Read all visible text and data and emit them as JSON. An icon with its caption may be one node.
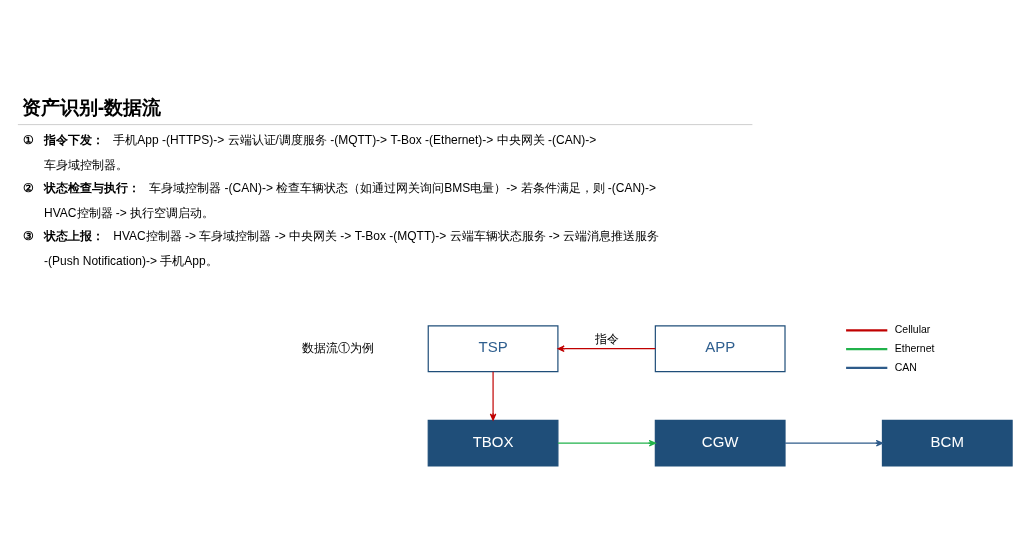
{
  "diagram": {
    "title": "资产识别-数据流",
    "nodes": [
      {
        "text": [
          "TSP"
        ]
      },
      {
        "text": [
          "APP"
        ]
      },
      {
        "text": [
          "TBOX"
        ]
      },
      {
        "text": [
          "CGW"
        ]
      },
      {
        "text": [
          "BCM"
        ]
      }
    ],
    "edges": [
      {
        "from": 1,
        "to": 0,
        "arrow": "to",
        "label": "指令",
        "color": "#c00000"
      },
      {
        "from": 0,
        "to": 2,
        "arrow": "to",
        "color": "#c00000"
      },
      {
        "from": 2,
        "to": 3,
        "arrow": "to",
        "color": "#21b24b"
      },
      {
        "from": 3,
        "to": 4,
        "arrow": "to",
        "color": "#2e5b8a"
      }
    ],
    "labels": [
      "①",
      "指令下发：",
      "手机App -(HTTPS)-> 云端认证/调度服务 -(MQTT)-> T-Box -(Ethernet)-> 中央网关 -(CAN)-> 车身域控制器。",
      "②",
      "状态检查与执行：",
      "车身域控制器 -(CAN)-> 检查车辆状态（如通过网关询问BMS电量）-> 若条件满足，则 -(CAN)-> HVAC控制器 -> 执行空调启动。",
      "③",
      "状态上报：",
      "HVAC控制器 -> 车身域控制器 -> 中央网关 -> T-Box -(MQTT)-> 云端车辆状态服务 -> 云端消息推送服务 -(Push Notification)-> 手机App。",
      "数据流①为例"
    ],
    "legend": [
      {
        "text": "Cellular",
        "color": "#c00000"
      },
      {
        "text": "Ethernet",
        "color": "#21b24b"
      },
      {
        "text": "CAN",
        "color": "#2e5b8a"
      }
    ]
  }
}
